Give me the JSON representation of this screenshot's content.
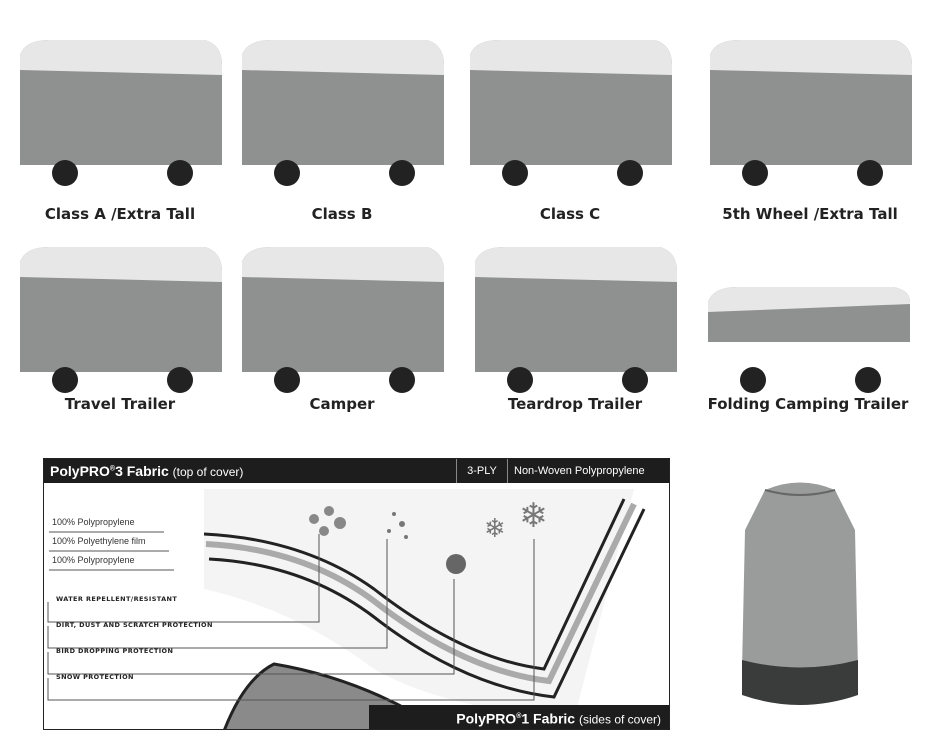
{
  "vehicles": [
    {
      "label": "Class A /Extra Tall"
    },
    {
      "label": "Class B"
    },
    {
      "label": "Class C"
    },
    {
      "label": "5th Wheel /Extra Tall"
    },
    {
      "label": "Travel Trailer"
    },
    {
      "label": "Camper"
    },
    {
      "label": "Teardrop Trailer"
    },
    {
      "label": "Folding Camping Trailer"
    }
  ],
  "diagram": {
    "title": "PolyPRO",
    "title_sup": "®",
    "title_num": "3 Fabric",
    "title_note": "(top of cover)",
    "ply": "3-PLY",
    "material": "Non-Woven Polypropylene",
    "layers": [
      "100% Polypropylene",
      "100% Polyethylene film",
      "100% Polypropylene"
    ],
    "protections": [
      "WATER REPELLENT/RESISTANT",
      "DIRT, DUST AND SCRATCH PROTECTION",
      "BIRD DROPPING PROTECTION",
      "SNOW PROTECTION"
    ],
    "footer_title": "PolyPRO",
    "footer_sup": "®",
    "footer_num": "1 Fabric",
    "footer_note": "(sides of cover)"
  },
  "colors": {
    "cover_gray": "#8f9190",
    "cover_white": "#e6e7e6",
    "dark": "#1d1d1d"
  }
}
